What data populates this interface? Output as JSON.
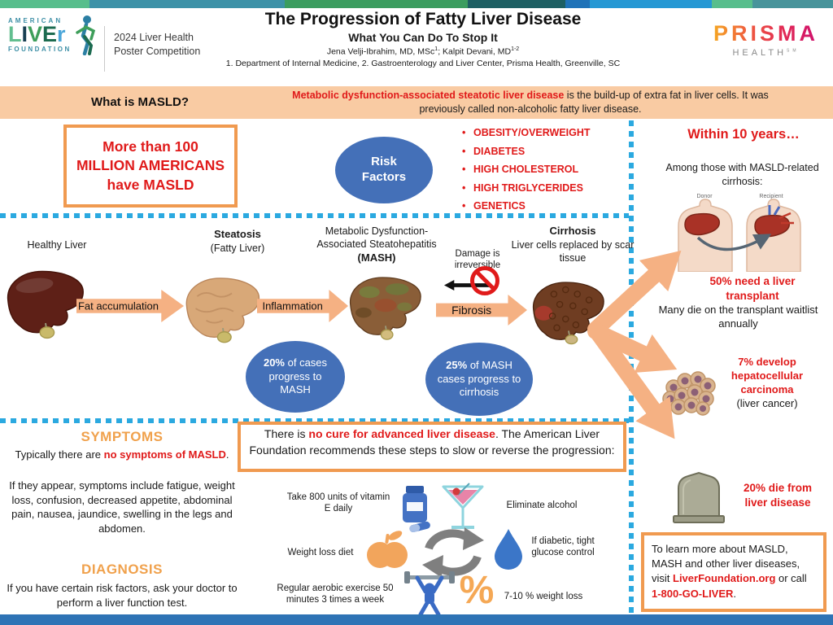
{
  "header": {
    "alf_logo": {
      "american": "AMERICAN",
      "liver_letters": [
        "L",
        "I",
        "V",
        "E",
        "r"
      ],
      "foundation": "FOUNDATION"
    },
    "competition": "2024 Liver Health Poster Competition",
    "title": "The Progression of Fatty Liver Disease",
    "subtitle": "What You Can Do To Stop It",
    "authors": {
      "part1": "Jena Velji-Ibrahim, MD, MSc",
      "sup1": "1",
      "part2": "; Kalpit Devani, MD",
      "sup2": "1-2"
    },
    "affiliation": "1. Department of Internal Medicine, 2. Gastroenterology and Liver Center, Prisma Health, Greenville, SC",
    "prisma": {
      "name": "PRISMA",
      "health": "HEALTH",
      "sm": "SM"
    }
  },
  "masld_banner": {
    "question": "What is MASLD?",
    "lead_red": "Metabolic dysfunction-associated steatotic liver disease",
    "rest": " is the build-up of extra fat in liver cells. It was previously called non-alcoholic fatty liver disease."
  },
  "stats_row": {
    "million_box": "More than 100 MILLION AMERICANS have MASLD",
    "risk_label": "Risk Factors",
    "risk_factors": [
      "OBESITY/OVERWEIGHT",
      "DIABETES",
      "HIGH CHOLESTEROL",
      "HIGH TRIGLYCERIDES",
      "GENETICS"
    ]
  },
  "progression": {
    "stage1_label": "Healthy Liver",
    "arrow1": "Fat accumulation",
    "stage2_title": "Steatosis",
    "stage2_sub": "(Fatty Liver)",
    "arrow2": "Inflammation",
    "stage3_line1": "Metabolic Dysfunction-",
    "stage3_line2": "Associated Steatohepatitis",
    "stage3_line3": "(MASH)",
    "damage_note": "Damage is irreversible",
    "arrow3": "Fibrosis",
    "stage4_title": "Cirrhosis",
    "stage4_sub": "Liver cells replaced by scar tissue",
    "stat_mash": {
      "bold": "20%",
      "rest": " of cases progress to MASH"
    },
    "stat_cirrhosis": {
      "bold": "25%",
      "rest": " of MASH cases progress to cirrhosis"
    }
  },
  "right_column": {
    "title": "Within 10 years…",
    "among": "Among those with MASLD-related cirrhosis:",
    "donor_label": "Donor",
    "recipient_label": "Recipient",
    "transplant_stat": "50% need a liver transplant",
    "transplant_note": "Many die on the transplant waitlist annually",
    "hcc_stat": "7% develop hepatocellular carcinoma",
    "hcc_sub": "(liver cancer)",
    "death_stat": "20% die from liver disease",
    "learn_more": {
      "pre": "To learn more about MASLD, MASH and other liver diseases, visit ",
      "link": "LiverFoundation.org",
      "mid": " or call ",
      "phone": "1-800-GO-LIVER",
      "post": "."
    }
  },
  "symptoms": {
    "heading": "SYMPTOMS",
    "line1_pre": "Typically there are ",
    "line1_red": "no symptoms of MASLD",
    "line1_post": ".",
    "body": "If they appear, symptoms include fatigue, weight loss, confusion, decreased appetite, abdominal pain, nausea, jaundice, swelling in the legs and abdomen."
  },
  "diagnosis": {
    "heading": "DIAGNOSIS",
    "body": "If you have certain risk factors, ask your doctor to perform a liver function test."
  },
  "cure_box": {
    "pre": "There is ",
    "red": "no cure for advanced liver disease",
    "post": ". The American Liver Foundation recommends these steps to slow or reverse the progression:"
  },
  "steps": {
    "vitamin_e": "Take 800 units of vitamin E daily",
    "alcohol": "Eliminate alcohol",
    "diet": "Weight loss diet",
    "glucose": "If diabetic, tight glucose control",
    "exercise": "Regular aerobic exercise 50 minutes 3 times a week",
    "weight_loss": "7-10 % weight loss",
    "percent_symbol": "%"
  },
  "colors": {
    "red_text": "#e01a1a",
    "orange_border": "#f09a50",
    "arrow_orange": "#f5b183",
    "heading_orange": "#f0a14c",
    "ellipse_blue": "#4470b8",
    "dotted_blue": "#2ba9e0",
    "banner_peach": "#f9cba3",
    "bottom_bar_blue": "#2e73b5"
  }
}
